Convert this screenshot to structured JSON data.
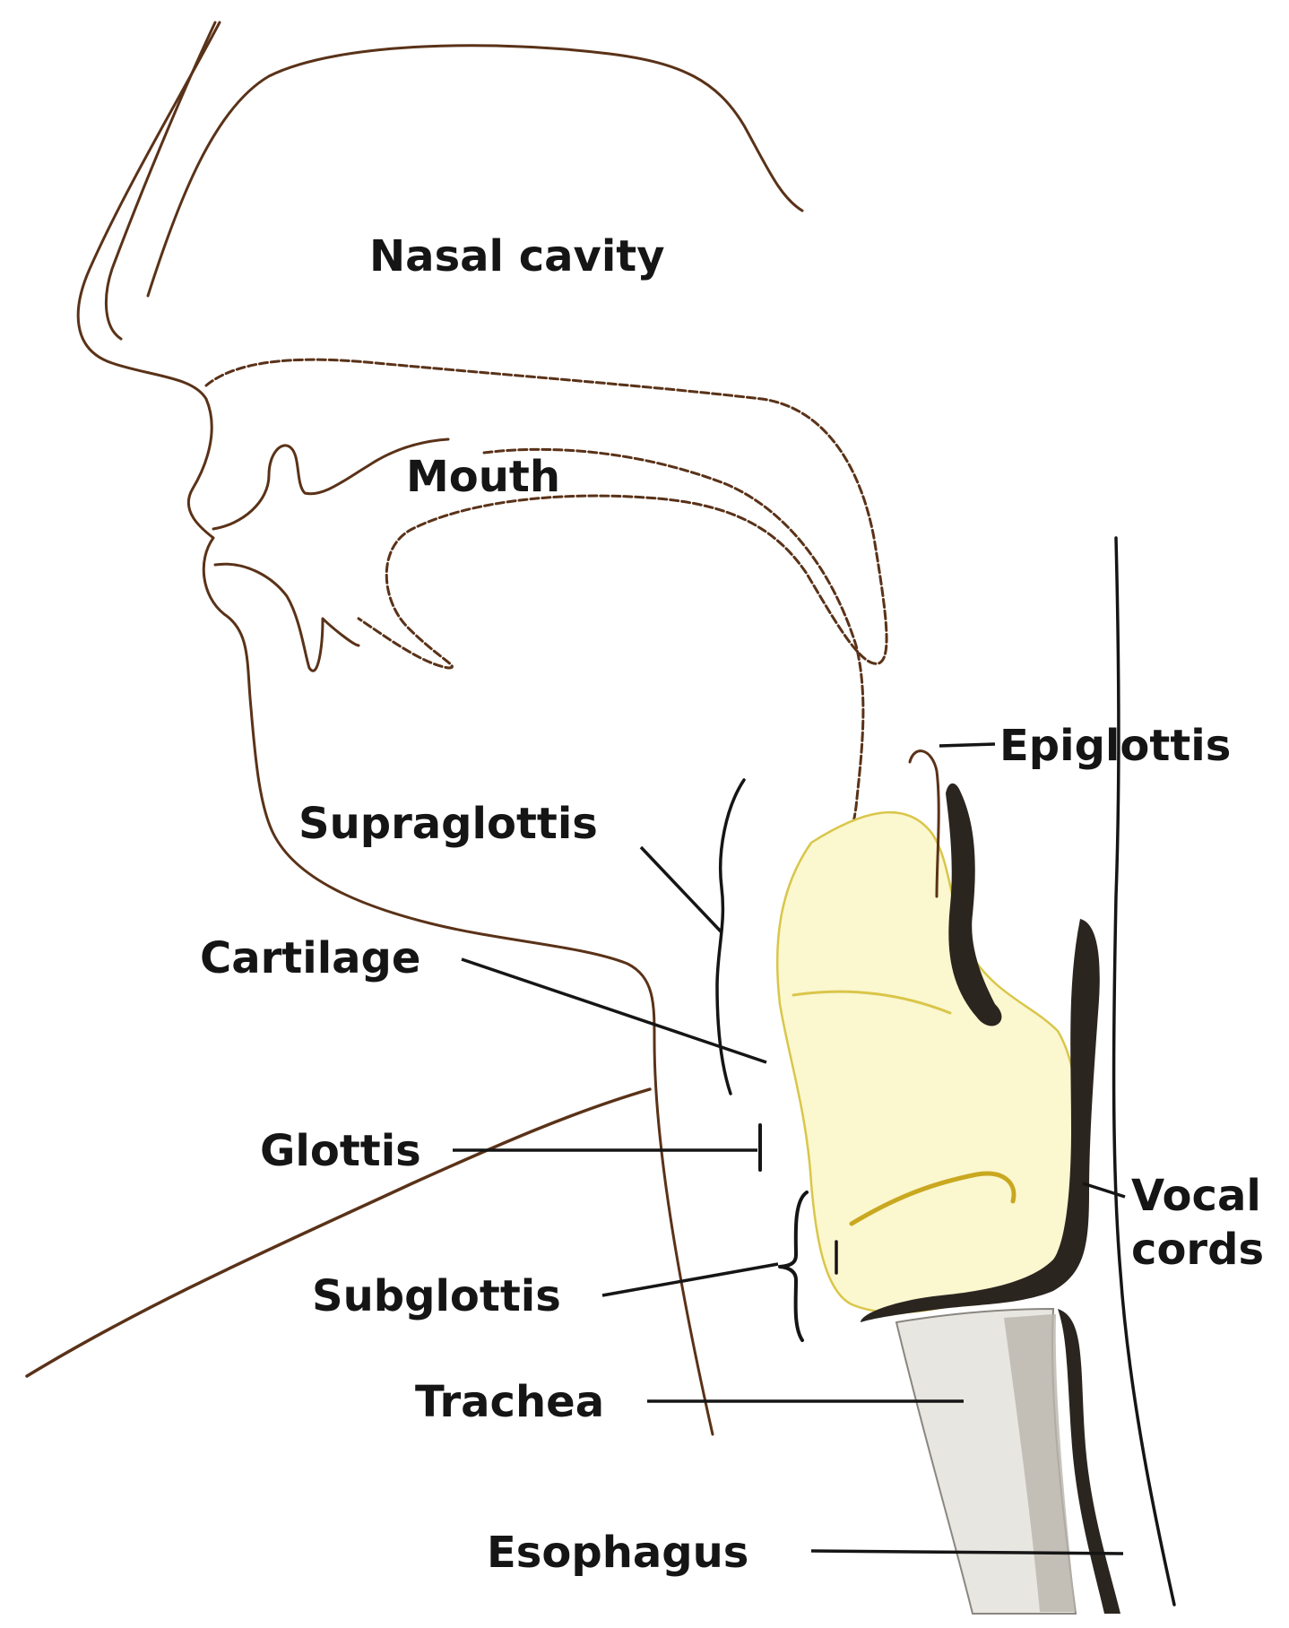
{
  "diagram": {
    "colors": {
      "outline": "#5a3218",
      "ink": "#151515",
      "cartilage_fill": "#fbf7cf",
      "cartilage_edge": "#d9c64a",
      "dark_tissue": "#2b2520",
      "trachea_shade": "#b9b5ad"
    },
    "labels": {
      "nasal_cavity": "Nasal cavity",
      "mouth": "Mouth",
      "epiglottis": "Epiglottis",
      "supraglottis": "Supraglottis",
      "cartilage": "Cartilage",
      "glottis": "Glottis",
      "vocal_cords_line1": "Vocal",
      "vocal_cords_line2": "cords",
      "subglottis": "Subglottis",
      "trachea": "Trachea",
      "esophagus": "Esophagus"
    }
  }
}
